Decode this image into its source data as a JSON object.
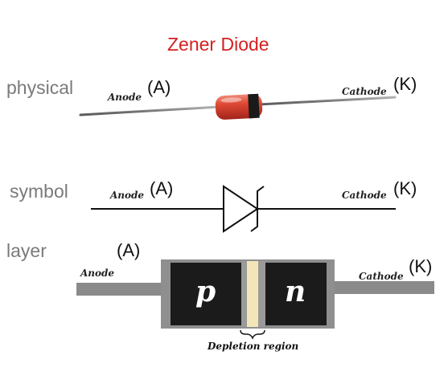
{
  "title": "Zener Diode",
  "rows": {
    "physical": "physical",
    "symbol": "symbol",
    "layer": "layer"
  },
  "terminals": {
    "anode_word": "Anode",
    "anode_letter": "(A)",
    "cathode_word": "Cathode",
    "cathode_letter": "(K)"
  },
  "layer_regions": {
    "p": "p",
    "n": "n",
    "depletion": "Depletion region"
  },
  "colors": {
    "title": "#d42020",
    "row_label": "#7a7a7a",
    "body_red": "#d63a2a",
    "band": "#1a1a1a",
    "layer_block": "#1b1b1b",
    "lead": "#8a8a8a",
    "depletion": "#f2e6b8"
  }
}
